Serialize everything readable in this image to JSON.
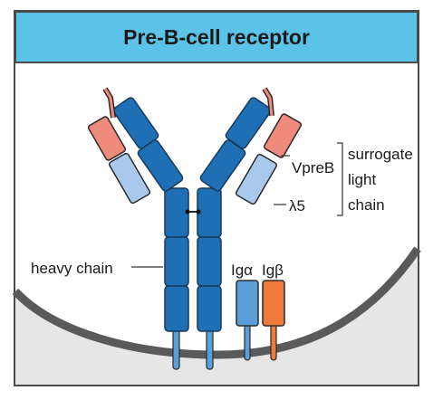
{
  "header": {
    "title": "Pre-B-cell receptor"
  },
  "labels": {
    "heavy_chain": "heavy chain",
    "vpreb": "VpreB",
    "lambda5": "λ5",
    "surrogate_line1": "surrogate",
    "surrogate_line2": "light",
    "surrogate_line3": "chain",
    "ig_alpha": "Igα",
    "ig_beta": "Igβ"
  },
  "colors": {
    "header_bg": "#5cc3e8",
    "heavy_chain": "#1f6fb5",
    "vpreb": "#f08a7c",
    "lambda5": "#a9c9ec",
    "ig_alpha": "#5a9fd8",
    "ig_beta": "#f07a3a",
    "membrane": "#5a5a5a",
    "cytoplasm": "#e6e6e6"
  }
}
